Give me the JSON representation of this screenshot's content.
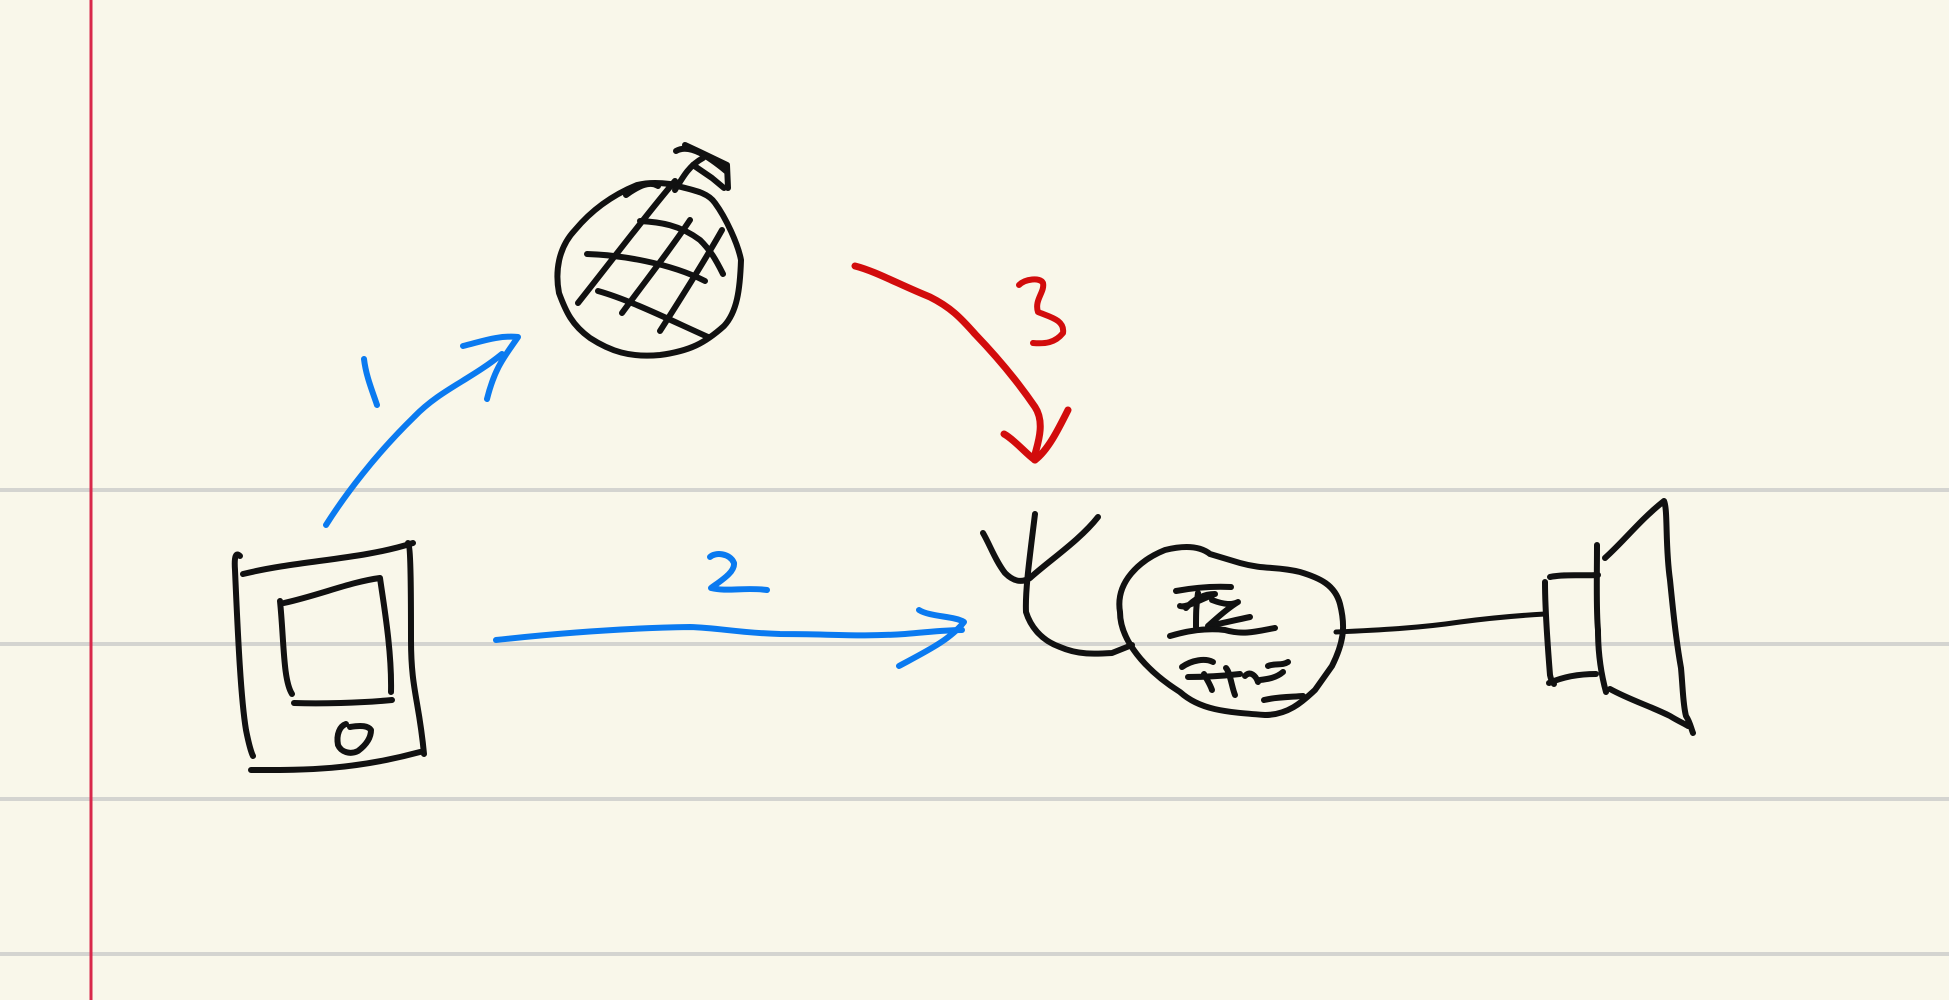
{
  "paper": {
    "background": "#f9f7ea",
    "rule_line_color": "#d4d4d0",
    "margin_line_color": "#d8284a"
  },
  "ink_colors": {
    "black": "#111111",
    "blue": "#0a7af0",
    "red": "#d20c0c"
  },
  "steps": [
    {
      "label": "1",
      "color": "blue"
    },
    {
      "label": "2",
      "color": "blue"
    },
    {
      "label": "3",
      "color": "red"
    }
  ],
  "icons": [
    "handheld-device-icon",
    "globe-satellite-icon",
    "radio-receiver-icon",
    "loudspeaker-icon"
  ]
}
